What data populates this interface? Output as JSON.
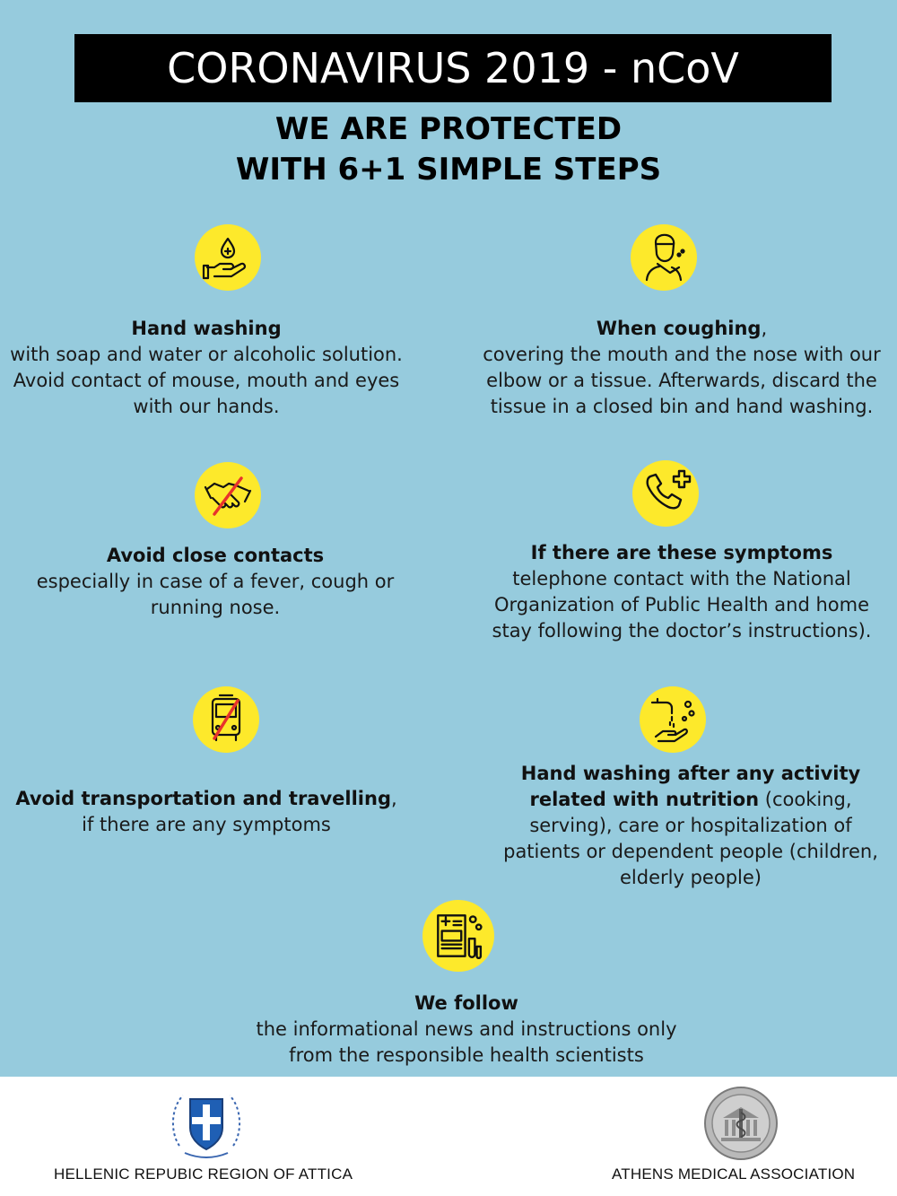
{
  "header": {
    "title": "CORONAVIRUS 2019 - nCoV",
    "subtitle_line1": "WE ARE PROTECTED",
    "subtitle_line2": "WITH 6+1 SIMPLE STEPS"
  },
  "steps": [
    {
      "icon": "hand-sanitizer-icon",
      "heading": "Hand washing",
      "text": "with soap and water or alcoholic solution. Avoid contact of mouse, mouth and eyes with our hands."
    },
    {
      "icon": "coughing-person-icon",
      "heading": "When coughing",
      "suffix": ",",
      "text": "covering the mouth and the nose with our elbow or a tissue.  Afterwards, discard the tissue  in a closed bin and hand washing."
    },
    {
      "icon": "no-handshake-icon",
      "heading": "Avoid close contacts",
      "text": "especially in case of a fever, cough or running nose."
    },
    {
      "icon": "phone-medical-icon",
      "heading": "If there are these symptoms",
      "text": "telephone contact with the National Organization of Public Health and home stay following the doctor’s instructions)."
    },
    {
      "icon": "no-bus-icon",
      "heading": "Avoid transportation and travelling",
      "suffix": ",",
      "text": "if  there are any symptoms"
    },
    {
      "icon": "faucet-hand-wash-icon",
      "heading": "Hand washing after any activity related with nutrition",
      "text": "(cooking, serving), care or hospitalization of patients or dependent people (children, elderly people)"
    },
    {
      "icon": "news-bulletin-icon",
      "heading": "We follow",
      "text": "the informational news and instructions only from the responsible health scientists"
    }
  ],
  "footer": {
    "left_label": "HELLENIC REPUBIC REGION OF ATTICA",
    "right_label": "ATHENS MEDICAL ASSOCIATION",
    "left_logo": "greek-coat-of-arms-icon",
    "right_logo": "medical-association-seal-icon"
  },
  "colors": {
    "background": "#96cbdd",
    "icon_circle": "#fde92b",
    "title_bar": "#000000",
    "prohibition_red": "#e8322b"
  }
}
